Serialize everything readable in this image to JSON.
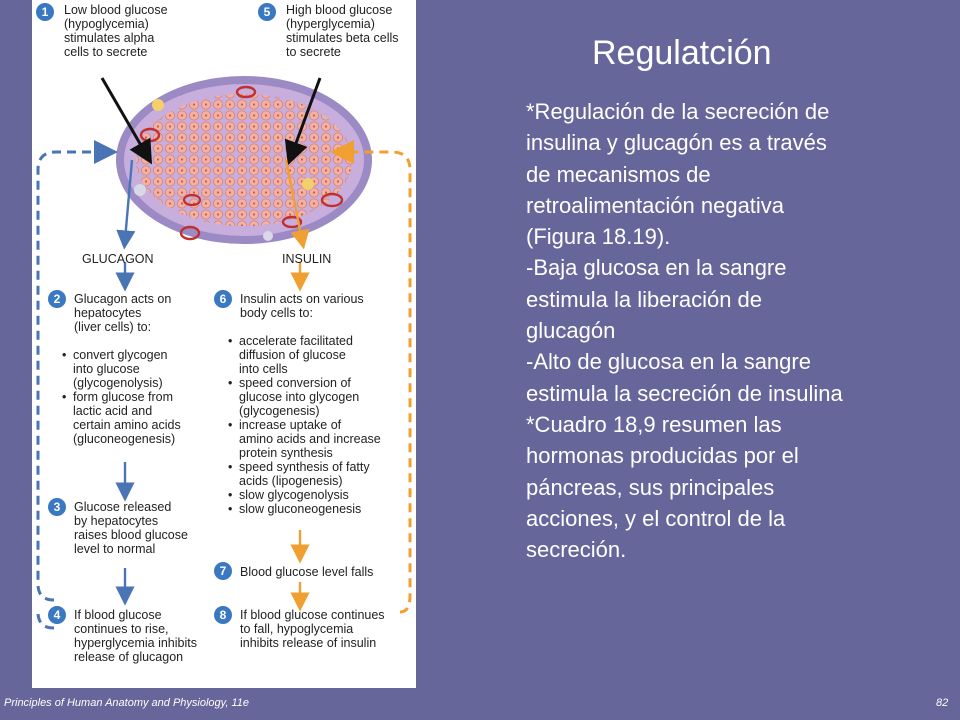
{
  "slide": {
    "title": "Regulatción",
    "body": [
      "*Regulación de la secreción de",
      "insulina y glucagón es a través",
      "de mecanismos de",
      "retroalimentación negativa",
      "(Figura 18.19).",
      "-Baja glucosa en la sangre",
      "estimula la liberación de",
      "glucagón",
      "-Alto de glucosa en la sangre",
      "estimula la secreción de insulina",
      "*Cuadro 18,9 resumen las",
      "hormonas producidas por el",
      "páncreas, sus principales",
      "acciones, y el control de la",
      "secreción."
    ],
    "footer_left": "Principles of Human Anatomy and Physiology, 11e",
    "page_number": "82"
  },
  "figure": {
    "step1": {
      "num": "1",
      "text": "Low blood glucose\n(hypoglycemia)\nstimulates alpha\ncells to secrete"
    },
    "step5": {
      "num": "5",
      "text": "High blood glucose\n(hyperglycemia)\nstimulates beta cells\nto secrete"
    },
    "glucagon_label": "GLUCAGON",
    "insulin_label": "INSULIN",
    "step2": {
      "num": "2",
      "text": "Glucagon acts on\nhepatocytes\n(liver cells) to:",
      "bullets": [
        "convert glycogen\ninto glucose\n(glycogenolysis)",
        "form glucose from\nlactic acid and\ncertain amino acids\n(gluconeogenesis)"
      ]
    },
    "step6": {
      "num": "6",
      "text": "Insulin acts on various\nbody cells to:",
      "bullets": [
        "accelerate facilitated\ndiffusion of glucose\ninto cells",
        "speed conversion of\nglucose into glycogen\n(glycogenesis)",
        "increase uptake of\namino acids and increase\nprotein synthesis",
        "speed synthesis of fatty\nacids (lipogenesis)",
        "slow glycogenolysis",
        "slow gluconeogenesis"
      ]
    },
    "step3": {
      "num": "3",
      "text": "Glucose released\nby hepatocytes\nraises blood glucose\nlevel to normal"
    },
    "step7": {
      "num": "7",
      "text": "Blood glucose level falls"
    },
    "step4": {
      "num": "4",
      "text": "If blood glucose\ncontinues to rise,\nhyperglycemia inhibits\nrelease of glucagon"
    },
    "step8": {
      "num": "8",
      "text": "If blood glucose continues\nto fall, hypoglycemia\ninhibits release of insulin"
    },
    "colors": {
      "glucagon_blue": "#4a74b4",
      "insulin_orange": "#f0a030",
      "badge_blue": "#3a78c2"
    }
  }
}
